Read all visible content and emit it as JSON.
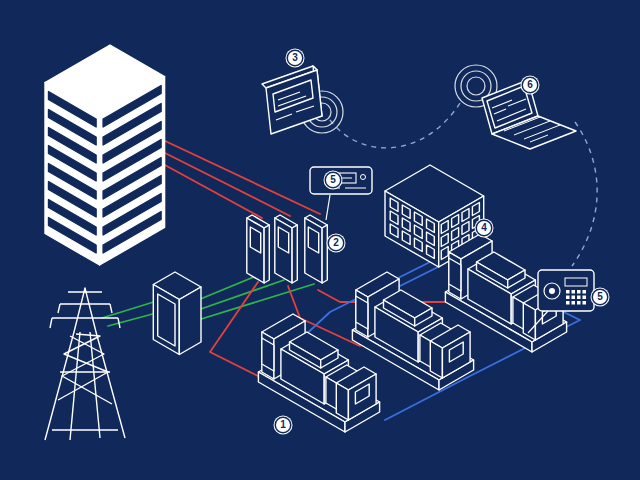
{
  "diagram": {
    "labels": [
      "3",
      "6",
      "5",
      "4",
      "2",
      "5",
      "1"
    ]
  }
}
